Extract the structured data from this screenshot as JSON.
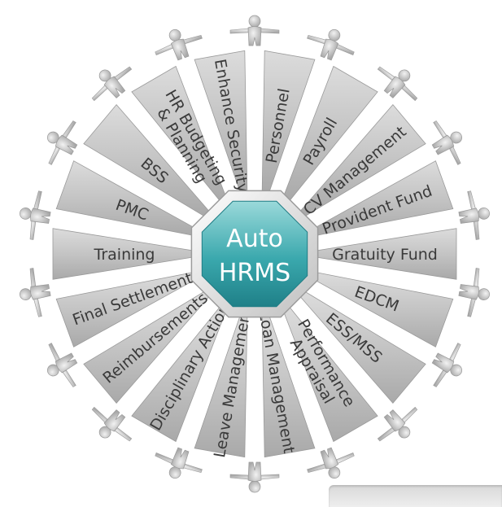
{
  "center": {
    "line1": "Auto",
    "line2": "HRMS"
  },
  "colors": {
    "spoke": "#b8b8b8",
    "spoke_light": "#d8d8d8",
    "text": "#3a3a3a",
    "hub_teal": "#3aa8ad",
    "hub_teal_light": "#8fd6d6"
  },
  "modules": [
    {
      "label": "Personnel",
      "lines": [
        "Personnel"
      ]
    },
    {
      "label": "Payroll",
      "lines": [
        "Payroll"
      ]
    },
    {
      "label": "CV Management",
      "lines": [
        "CV Management"
      ]
    },
    {
      "label": "Provident Fund",
      "lines": [
        "Provident Fund"
      ]
    },
    {
      "label": "Gratuity Fund",
      "lines": [
        "Gratuity Fund"
      ]
    },
    {
      "label": "EDCM",
      "lines": [
        "EDCM"
      ]
    },
    {
      "label": "ESS/MSS",
      "lines": [
        "ESS/MSS"
      ]
    },
    {
      "label": "Performance Appraisal",
      "lines": [
        "Performance",
        "Appraisal"
      ]
    },
    {
      "label": "Loan Management",
      "lines": [
        "Loan Management"
      ]
    },
    {
      "label": "Leave Management",
      "lines": [
        "Leave Management"
      ]
    },
    {
      "label": "Disciplinary Action",
      "lines": [
        "Disciplinary Action"
      ]
    },
    {
      "label": "Reimbursements",
      "lines": [
        "Reimbursements"
      ]
    },
    {
      "label": "Final Settlement",
      "lines": [
        "Final Settlement"
      ]
    },
    {
      "label": "Training",
      "lines": [
        "Training"
      ]
    },
    {
      "label": "PMC",
      "lines": [
        "PMC"
      ]
    },
    {
      "label": "BSS",
      "lines": [
        "BSS"
      ]
    },
    {
      "label": "HR Budgeting & Planning",
      "lines": [
        "HR Budgeting",
        "& Planning"
      ]
    },
    {
      "label": "Enhance Security",
      "lines": [
        "Enhance Security"
      ]
    }
  ]
}
